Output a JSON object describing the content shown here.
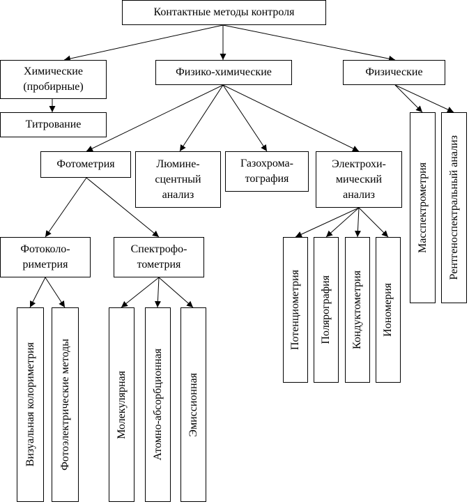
{
  "nodes": {
    "root": {
      "lines": [
        "Контактные методы контроля"
      ]
    },
    "chem": {
      "lines": [
        "Химические",
        "(пробирные)"
      ]
    },
    "physchem": {
      "lines": [
        "Физико-химические"
      ]
    },
    "phys": {
      "lines": [
        "Физические"
      ]
    },
    "titr": {
      "lines": [
        "Титрование"
      ]
    },
    "photom": {
      "lines": [
        "Фотометрия"
      ]
    },
    "lumin": {
      "lines": [
        "Люмине-",
        "сцентный",
        "анализ"
      ]
    },
    "gaz": {
      "lines": [
        "Газохрома-",
        "тография"
      ]
    },
    "electro": {
      "lines": [
        "Электрохи-",
        "мический",
        "анализ"
      ]
    },
    "photocol": {
      "lines": [
        "Фотоколо-",
        "риметрия"
      ]
    },
    "spectro": {
      "lines": [
        "Спектрофо-",
        "тометрия"
      ]
    },
    "vizual": {
      "lines": [
        "Визуальная колориметрия"
      ]
    },
    "photoel": {
      "lines": [
        "Фотоэлектрические методы"
      ]
    },
    "molek": {
      "lines": [
        "Молекулярная"
      ]
    },
    "atom": {
      "lines": [
        "Атомно-абсорбционная"
      ]
    },
    "emis": {
      "lines": [
        "Эмиссионная"
      ]
    },
    "potent": {
      "lines": [
        "Потенциометрия"
      ]
    },
    "polyar": {
      "lines": [
        "Полярография"
      ]
    },
    "kond": {
      "lines": [
        "Кондуктометрия"
      ]
    },
    "ionom": {
      "lines": [
        "Иономерия"
      ]
    },
    "mass": {
      "lines": [
        "Масспектрометрия"
      ]
    },
    "rentgen": {
      "lines": [
        "Рентгеноспектральный анализ"
      ]
    }
  },
  "edges": [
    [
      "root",
      "chem"
    ],
    [
      "root",
      "physchem"
    ],
    [
      "root",
      "phys"
    ],
    [
      "chem",
      "titr"
    ],
    [
      "physchem",
      "photom"
    ],
    [
      "physchem",
      "lumin"
    ],
    [
      "physchem",
      "gaz"
    ],
    [
      "physchem",
      "electro"
    ],
    [
      "photom",
      "photocol"
    ],
    [
      "photom",
      "spectro"
    ],
    [
      "photocol",
      "vizual"
    ],
    [
      "photocol",
      "photoel"
    ],
    [
      "spectro",
      "molek"
    ],
    [
      "spectro",
      "atom"
    ],
    [
      "spectro",
      "emis"
    ],
    [
      "electro",
      "potent"
    ],
    [
      "electro",
      "polyar"
    ],
    [
      "electro",
      "kond"
    ],
    [
      "electro",
      "ionom"
    ],
    [
      "phys",
      "mass"
    ],
    [
      "phys",
      "rentgen"
    ]
  ]
}
